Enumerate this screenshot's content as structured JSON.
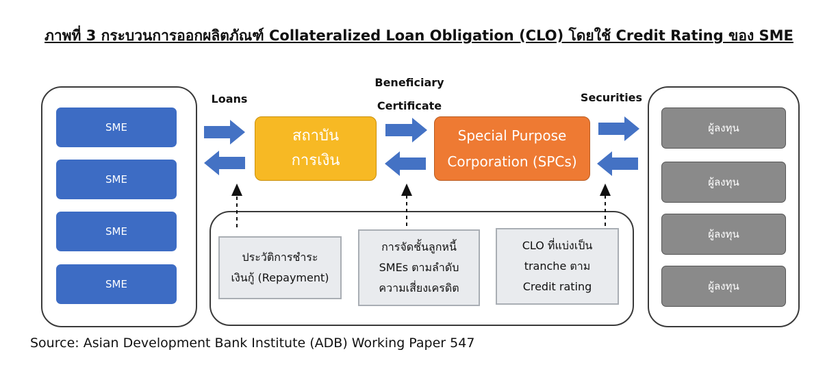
{
  "title": "ภาพที่ 3 กระบวนการออกผลิตภัณฑ์ Collateralized Loan Obligation (CLO) โดยใช้ Credit Rating ของ SME",
  "sme_boxes": [
    "SME",
    "SME",
    "SME",
    "SME"
  ],
  "bank": {
    "line1": "สถาบัน",
    "line2": "การเงิน"
  },
  "spc": {
    "line1": "Special Purpose",
    "line2": "Corporation (SPCs)"
  },
  "investor_boxes": [
    "ผู้ลงทุน",
    "ผู้ลงทุน",
    "ผู้ลงทุน",
    "ผู้ลงทุน"
  ],
  "labels": {
    "loans": "Loans",
    "beneficiary_line1": "Beneficiary",
    "beneficiary_line2": "Certificate",
    "securities": "Securities"
  },
  "info_boxes": [
    {
      "lines": [
        "ประวัติการชำระ",
        "เงินกู้ (Repayment)"
      ]
    },
    {
      "lines": [
        "การจัดชั้นลูกหนี้",
        "SMEs ตามลำดับ",
        "ความเสี่ยงเครดิต"
      ]
    },
    {
      "lines": [
        "CLO ที่แบ่งเป็น",
        "tranche ตาม",
        "Credit rating"
      ]
    }
  ],
  "colors": {
    "sme": "#3d6cc4",
    "arrow": "#4472c4",
    "bank": "#f7b924",
    "spc": "#ee7a33",
    "investor": "#8a8a8a",
    "info_fill": "#e9ebee"
  },
  "source": "Source: Asian Development Bank Institute (ADB) Working Paper 547"
}
